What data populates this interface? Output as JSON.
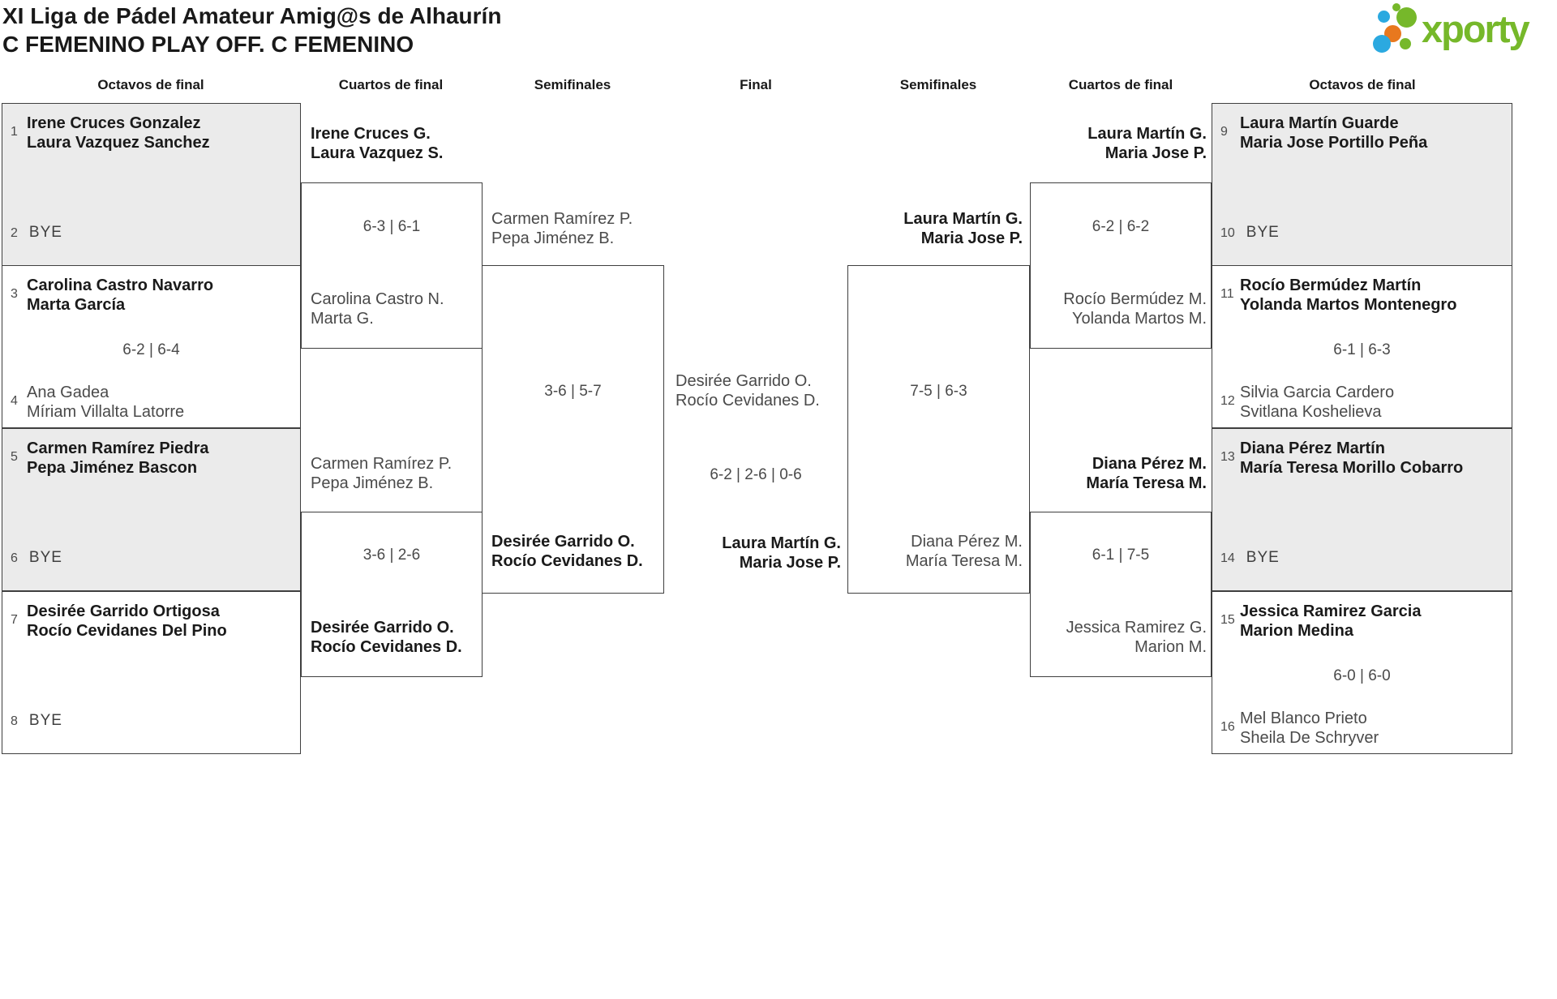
{
  "header": {
    "title_line1": "XI Liga de Pádel Amateur Amig@s de Alhaurín",
    "title_line2": "C FEMENINO PLAY OFF. C FEMENINO",
    "logo_text": "xporty"
  },
  "round_headers": [
    "Octavos de final",
    "Cuartos de final",
    "Semifinales",
    "Final",
    "Semifinales",
    "Cuartos de final",
    "Octavos de final"
  ],
  "colors": {
    "winner_text": "#1a1a1a",
    "regular_text": "#4a4a4a",
    "box_border": "#3f3f3f",
    "box_fill_alt": "#ebebeb",
    "logo_green": "#76b82a",
    "logo_blue": "#2ba9e0",
    "logo_orange": "#e8781e"
  },
  "r16_left": [
    {
      "seed_top": "1",
      "team_top": [
        "Irene Cruces Gonzalez",
        "Laura Vazquez Sanchez"
      ],
      "seed_bottom": "2",
      "bye": "BYE"
    },
    {
      "seed_top": "3",
      "team_top": [
        "Carolina Castro Navarro",
        "Marta García"
      ],
      "score": "6-2 | 6-4",
      "seed_bottom": "4",
      "team_bottom": [
        "Ana Gadea",
        "Míriam Villalta Latorre"
      ]
    },
    {
      "seed_top": "5",
      "team_top": [
        "Carmen Ramírez Piedra",
        "Pepa Jiménez Bascon"
      ],
      "seed_bottom": "6",
      "bye": "BYE"
    },
    {
      "seed_top": "7",
      "team_top": [
        "Desirée Garrido Ortigosa",
        "Rocío Cevidanes Del Pino"
      ],
      "seed_bottom": "8",
      "bye": "BYE"
    }
  ],
  "r16_right": [
    {
      "seed_top": "9",
      "team_top": [
        "Laura Martín Guarde",
        "Maria Jose Portillo Peña"
      ],
      "seed_bottom": "10",
      "bye": "BYE"
    },
    {
      "seed_top": "11",
      "team_top": [
        "Rocío Bermúdez Martín",
        "Yolanda Martos Montenegro"
      ],
      "score": "6-1 | 6-3",
      "seed_bottom": "12",
      "team_bottom": [
        "Silvia Garcia Cardero",
        "Svitlana Koshelieva"
      ]
    },
    {
      "seed_top": "13",
      "team_top": [
        "Diana Pérez Martín",
        "María Teresa Morillo Cobarro"
      ],
      "seed_bottom": "14",
      "bye": "BYE"
    },
    {
      "seed_top": "15",
      "team_top": [
        "Jessica Ramirez Garcia",
        "Marion Medina"
      ],
      "score": "6-0 | 6-0",
      "seed_bottom": "16",
      "team_bottom": [
        "Mel Blanco Prieto",
        "Sheila De Schryver"
      ]
    }
  ],
  "qf_left": [
    {
      "team_top": [
        "Irene Cruces G.",
        "Laura Vazquez S."
      ],
      "score": "6-3 | 6-1",
      "team_bottom": [
        "Carolina Castro N.",
        "Marta G."
      ]
    },
    {
      "team_top": [
        "Carmen Ramírez P.",
        "Pepa Jiménez B."
      ],
      "score": "3-6 | 2-6",
      "team_bottom": [
        "Desirée Garrido O.",
        "Rocío Cevidanes D."
      ]
    }
  ],
  "qf_right": [
    {
      "team_top": [
        "Laura Martín G.",
        "Maria Jose P."
      ],
      "score": "6-2 | 6-2",
      "team_bottom": [
        "Rocío Bermúdez M.",
        "Yolanda Martos M."
      ]
    },
    {
      "team_top": [
        "Diana Pérez M.",
        "María Teresa M."
      ],
      "score": "6-1 | 7-5",
      "team_bottom": [
        "Jessica Ramirez G.",
        "Marion M."
      ]
    }
  ],
  "sf_left": {
    "team_top": [
      "Carmen Ramírez P.",
      "Pepa Jiménez B."
    ],
    "score": "3-6 | 5-7",
    "team_bottom": [
      "Desirée Garrido O.",
      "Rocío Cevidanes D."
    ]
  },
  "sf_right": {
    "team_top": [
      "Laura Martín G.",
      "Maria Jose P."
    ],
    "score": "7-5 | 6-3",
    "team_bottom": [
      "Diana Pérez M.",
      "María Teresa M."
    ]
  },
  "final": {
    "team_top": [
      "Desirée Garrido O.",
      "Rocío Cevidanes D."
    ],
    "score": "6-2 | 2-6 | 0-6",
    "team_bottom": [
      "Laura Martín G.",
      "Maria Jose P."
    ]
  }
}
